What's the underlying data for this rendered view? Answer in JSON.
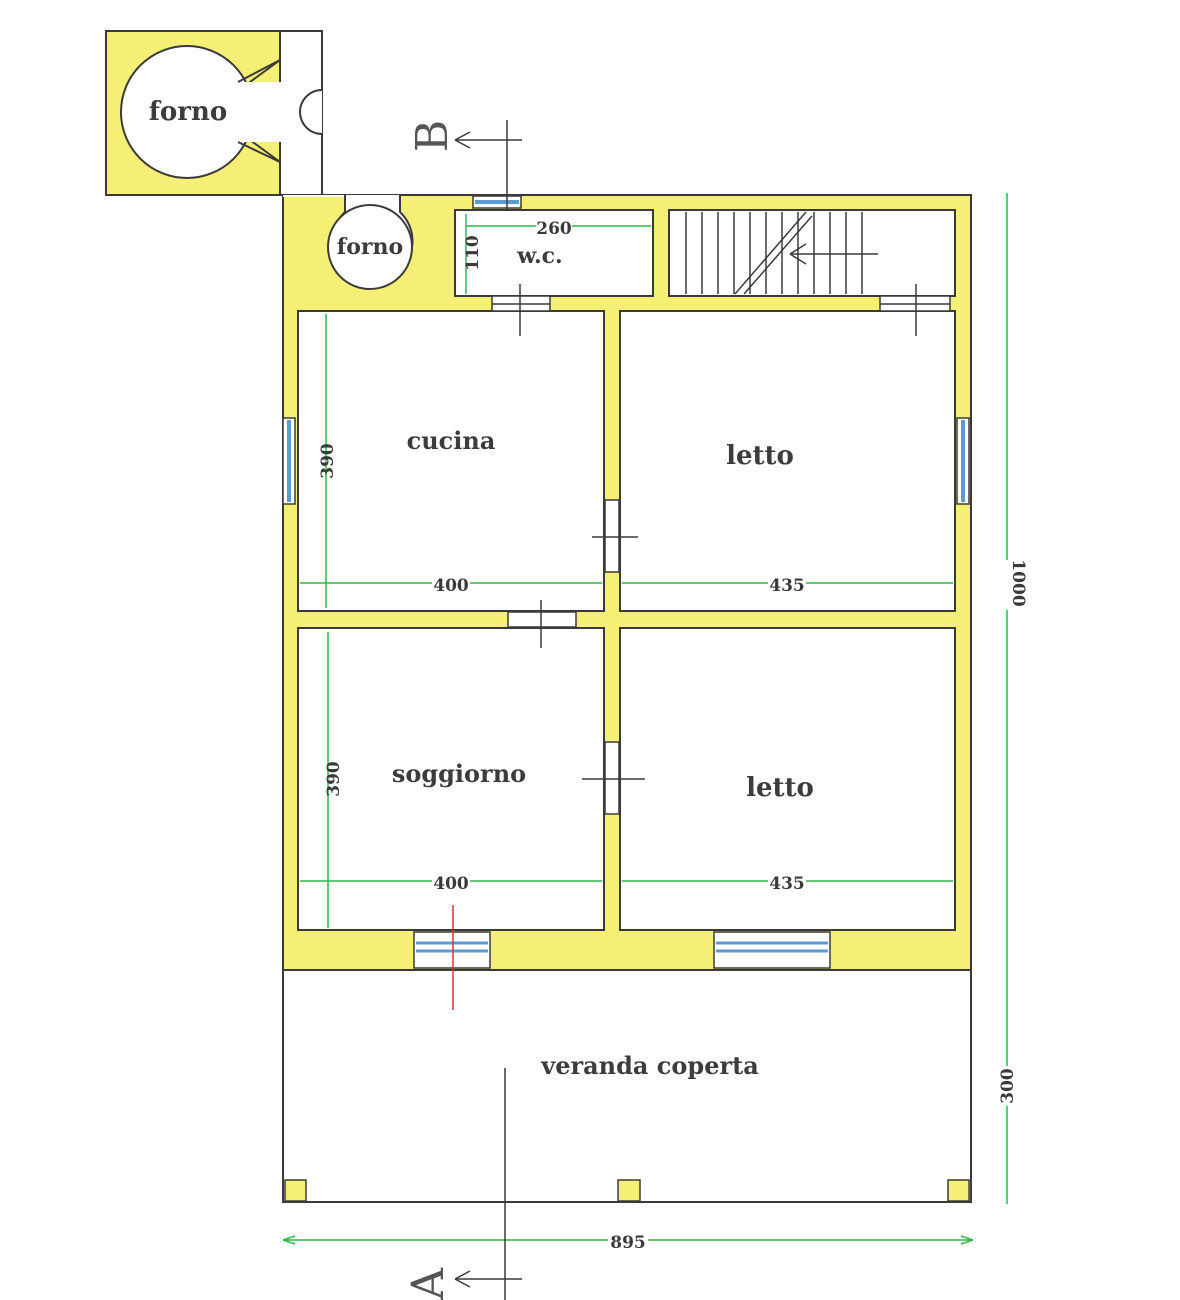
{
  "colors": {
    "wall_fill": "#f5ef75",
    "outline": "#3a3a3a",
    "window": "#5b9bd5",
    "dimension_line": "#2fb84a",
    "section_line_highlight": "#e0313a",
    "background": "#ffffff"
  },
  "rooms": {
    "forno_outer": "forno",
    "forno_inner": "forno",
    "wc": "w.c.",
    "cucina": "cucina",
    "letto_top": "letto",
    "soggiorno": "soggiorno",
    "letto_bottom": "letto",
    "veranda": "veranda coperta"
  },
  "dimensions": {
    "wc_width": "260",
    "wc_depth": "110",
    "cucina_height": "390",
    "cucina_width": "400",
    "letto_top_width": "435",
    "soggiorno_height": "390",
    "soggiorno_width": "400",
    "letto_bottom_width": "435",
    "total_depth": "1000",
    "veranda_depth": "300",
    "total_width": "895"
  },
  "section_markers": {
    "a": "A",
    "b": "B"
  },
  "icons": {
    "stair": "staircase-icon",
    "section_arrow": "section-arrow-icon"
  }
}
